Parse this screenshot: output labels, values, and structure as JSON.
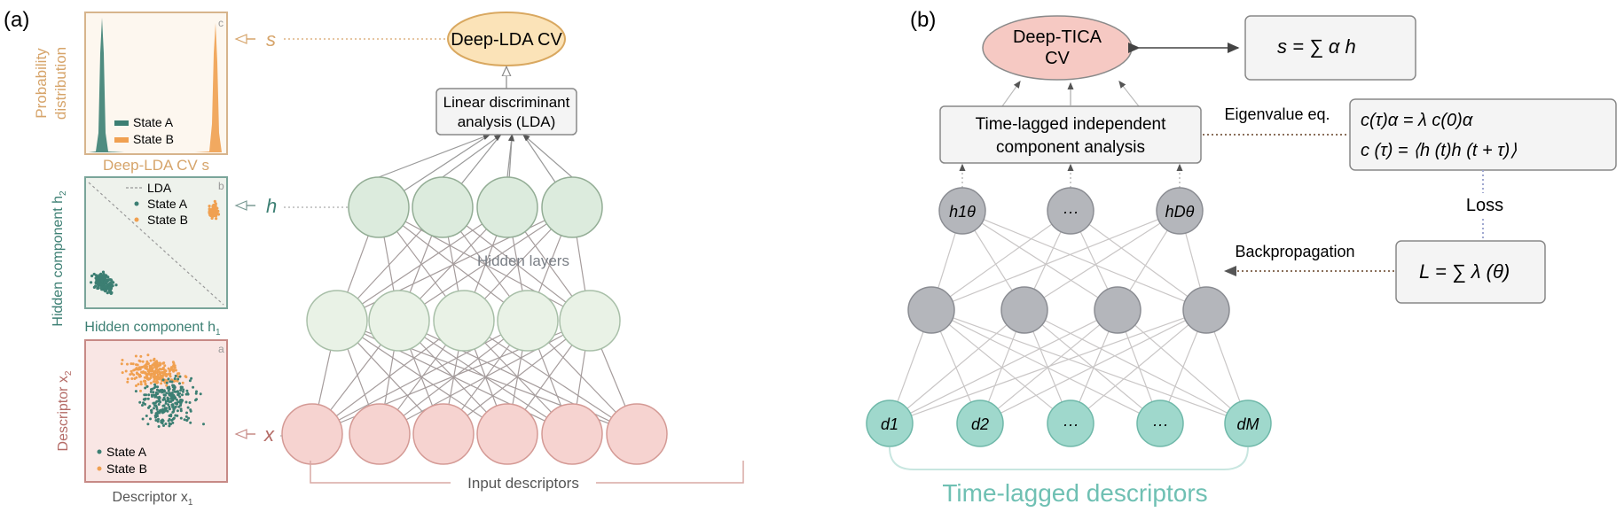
{
  "panel_a": {
    "label": "(a)",
    "top_node": "Deep-LDA CV",
    "lda_box": [
      "Linear discriminant",
      "analysis (LDA)"
    ],
    "hidden_layers_label": "Hidden layers",
    "input_descriptors_label": "Input descriptors",
    "side_labels": {
      "s": "s",
      "h": "h",
      "x": "x"
    },
    "plot_c": {
      "tag": "c",
      "ylabel": [
        "Probability",
        "distribution"
      ],
      "xlabel": "Deep-LDA CV s",
      "legend": [
        "State A",
        "State B"
      ]
    },
    "plot_b": {
      "tag": "b",
      "ylabel": "Hidden component h",
      "ylabel_sub": "2",
      "xlabel": "Hidden component h",
      "xlabel_sub": "1",
      "legend": [
        "LDA",
        "State A",
        "State B"
      ]
    },
    "plot_a": {
      "tag": "a",
      "ylabel": "Descriptor x",
      "ylabel_sub": "2",
      "xlabel": "Descriptor x",
      "xlabel_sub": "1",
      "legend": [
        "State A",
        "State B"
      ]
    }
  },
  "panel_b": {
    "label": "(b)",
    "top_node": [
      "Deep-TICA",
      "CV"
    ],
    "tica_box": [
      "Time-lagged independent",
      "component analysis"
    ],
    "eq_s": "s = ∑ α h",
    "eigen_label": "Eigenvalue eq.",
    "eigen_eq1": "c(τ)α = λ c(0)α",
    "eigen_eq2": "c (τ) = ⟨h (t)h (t + τ)⟩",
    "loss_label": "Loss",
    "backprop_label": "Backpropagation",
    "loss_eq": "L = ∑ λ (θ)",
    "hidden_nodes": [
      "h1θ",
      "···",
      "hDθ"
    ],
    "input_nodes": [
      "d1",
      "d2",
      "···",
      "···",
      "dM"
    ],
    "time_lagged_label": "Time-lagged descriptors"
  },
  "colors": {
    "green_node": "#dcebdd",
    "pink_node": "#f6d3d0",
    "gray_node": "#b4b6bb",
    "teal_node": "#9fd8cc",
    "orange": "#f0a050",
    "teal": "#3c7f73",
    "ellipse_a": "#fbe3b8",
    "ellipse_b": "#f6c9c3"
  }
}
